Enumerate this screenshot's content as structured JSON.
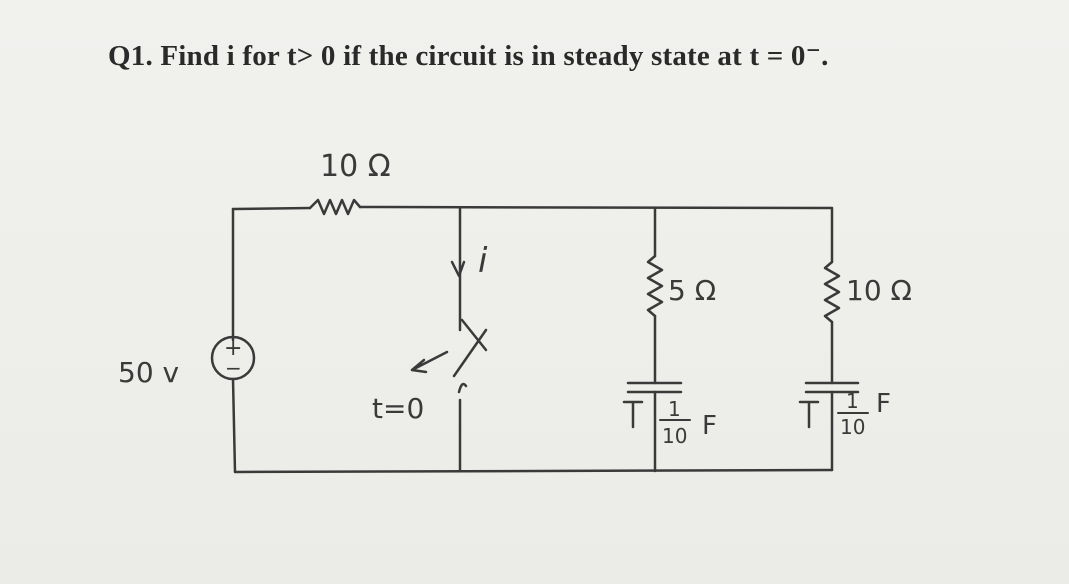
{
  "question": "Q1. Find i for t> 0 if the circuit is in steady state at t = 0⁻.",
  "labels": {
    "source_voltage": "50 v",
    "r_series": "10 Ω",
    "current": "i",
    "switch_time": "t=0",
    "r_middle": "5 Ω",
    "r_right": "10 Ω",
    "c_middle_num": "1",
    "c_middle_den": "10",
    "c_middle_unit": "F",
    "c_right_num": "1",
    "c_right_den": "10",
    "c_right_unit": "F",
    "source_plus": "+",
    "source_minus": "−"
  },
  "colors": {
    "ink": "#3a3a3a",
    "paper": "#eeeeea"
  }
}
